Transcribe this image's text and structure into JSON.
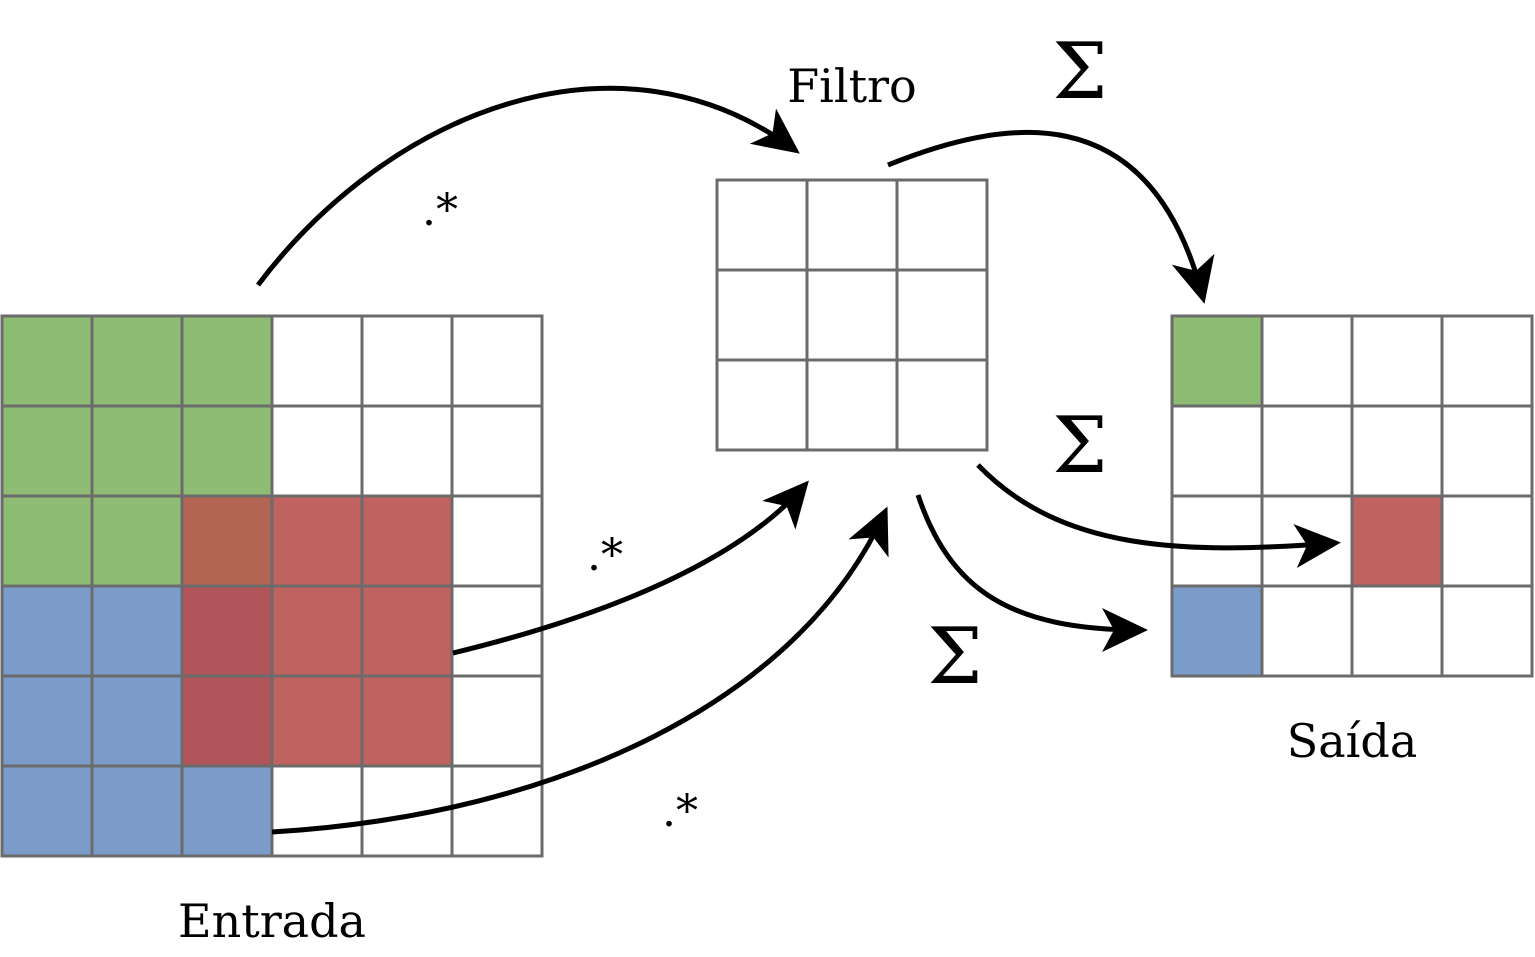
{
  "colors": {
    "grid_line": "#6b6b6b",
    "empty": "#ffffff",
    "green": "#8fbc75",
    "red": "#c0625f",
    "blue": "#7b9bc8",
    "overlap_green_red": "#b46453",
    "overlap_blue_red": "#b2555a",
    "arrow": "#000000"
  },
  "input_grid": {
    "label": "Entrada",
    "rows": 6,
    "cols": 6,
    "cells": [
      [
        "green",
        "green",
        "green",
        "empty",
        "empty",
        "empty"
      ],
      [
        "green",
        "green",
        "green",
        "empty",
        "empty",
        "empty"
      ],
      [
        "green",
        "green",
        "overlap_green_red",
        "red",
        "red",
        "empty"
      ],
      [
        "blue",
        "blue",
        "overlap_blue_red",
        "red",
        "red",
        "empty"
      ],
      [
        "blue",
        "blue",
        "overlap_blue_red",
        "red",
        "red",
        "empty"
      ],
      [
        "blue",
        "blue",
        "blue",
        "empty",
        "empty",
        "empty"
      ]
    ]
  },
  "filter_grid": {
    "label": "Filtro",
    "rows": 3,
    "cols": 3
  },
  "output_grid": {
    "label": "Saída",
    "rows": 4,
    "cols": 4,
    "cells": [
      [
        "green",
        "empty",
        "empty",
        "empty"
      ],
      [
        "empty",
        "empty",
        "empty",
        "empty"
      ],
      [
        "empty",
        "empty",
        "red",
        "empty"
      ],
      [
        "blue",
        "empty",
        "empty",
        "empty"
      ]
    ]
  },
  "operators": {
    "elementwise_product": ".*",
    "sum": "Σ"
  }
}
